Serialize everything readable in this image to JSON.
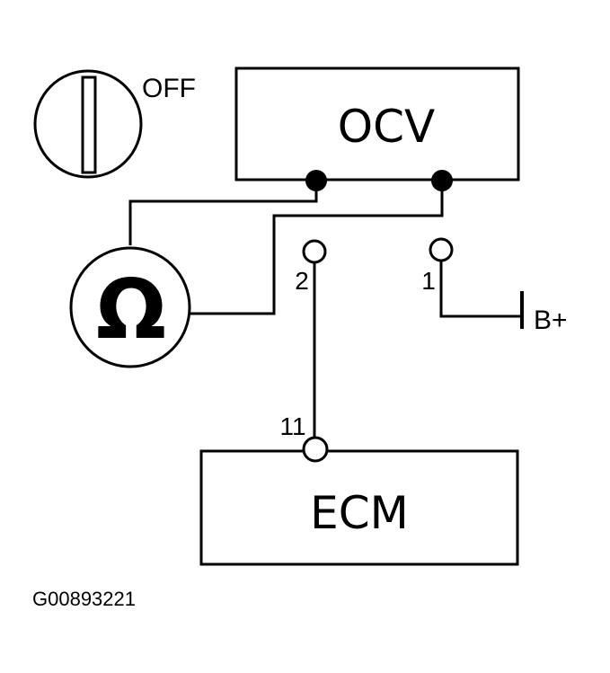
{
  "ignition_switch": {
    "position_label": "OFF"
  },
  "components": {
    "ocv_label": "OCV",
    "ecm_label": "ECM",
    "ohmmeter_symbol": "Ω"
  },
  "terminals": {
    "pin_2": "2",
    "pin_1": "1",
    "pin_11": "11"
  },
  "power": {
    "label": "B+"
  },
  "figure_id": "G00893221",
  "colors": {
    "ink": "#000000",
    "background": "#ffffff"
  }
}
